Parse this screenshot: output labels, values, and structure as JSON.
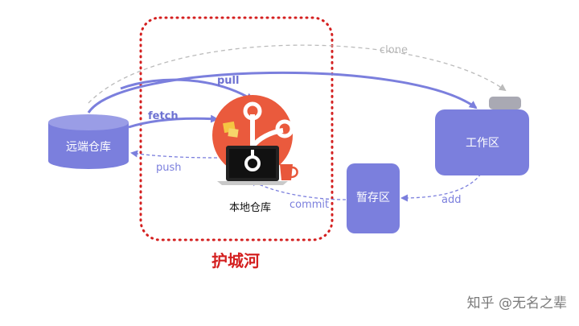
{
  "nodes": {
    "remote": "远端仓库",
    "local": "本地仓库",
    "workspace": "工作区",
    "staging": "暂存区"
  },
  "edges": {
    "pull": "pull",
    "fetch": "fetch",
    "push": "push",
    "commit": "commit",
    "add": "add",
    "clone": "clone"
  },
  "moat_label": "护城河",
  "watermark": "知乎 @无名之辈",
  "colors": {
    "primary": "#7b7fdd",
    "primary_text": "#6e72d2",
    "clone_line": "#bbbbbb",
    "moat": "#d42020",
    "git_logo": "#ea5a3d"
  }
}
